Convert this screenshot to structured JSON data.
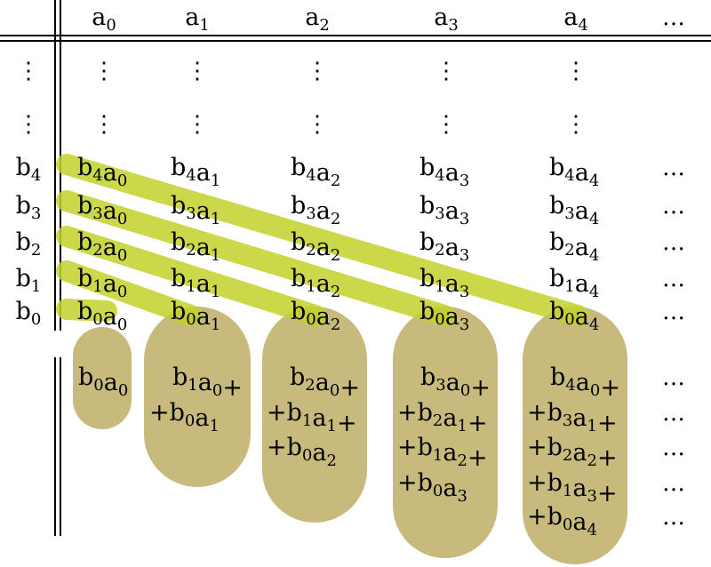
{
  "header": {
    "columns": [
      {
        "base": "a",
        "sub": "0"
      },
      {
        "base": "a",
        "sub": "1"
      },
      {
        "base": "a",
        "sub": "2"
      },
      {
        "base": "a",
        "sub": "3"
      },
      {
        "base": "a",
        "sub": "4"
      }
    ],
    "more": "…"
  },
  "vdots": "⋮",
  "rows": [
    {
      "label": {
        "base": "b",
        "sub": "4"
      },
      "cells": [
        "4",
        "0",
        "4",
        "1",
        "4",
        "2",
        "4",
        "3",
        "4",
        "4"
      ]
    },
    {
      "label": {
        "base": "b",
        "sub": "3"
      },
      "cells": [
        "3",
        "0",
        "3",
        "1",
        "3",
        "2",
        "3",
        "3",
        "3",
        "4"
      ]
    },
    {
      "label": {
        "base": "b",
        "sub": "2"
      },
      "cells": [
        "2",
        "0",
        "2",
        "1",
        "2",
        "2",
        "2",
        "3",
        "2",
        "4"
      ]
    },
    {
      "label": {
        "base": "b",
        "sub": "1"
      },
      "cells": [
        "1",
        "0",
        "1",
        "1",
        "1",
        "2",
        "1",
        "3",
        "1",
        "4"
      ]
    },
    {
      "label": {
        "base": "b",
        "sub": "0"
      },
      "cells": [
        "0",
        "0",
        "0",
        "1",
        "0",
        "2",
        "0",
        "3",
        "0",
        "4"
      ]
    }
  ],
  "row_more": "…",
  "sums": [
    [
      {
        "b": "0",
        "a": "0",
        "plus": ""
      }
    ],
    [
      {
        "b": "1",
        "a": "0",
        "plus": "+"
      },
      {
        "b": "0",
        "a": "1",
        "plus": "+"
      }
    ],
    [
      {
        "b": "2",
        "a": "0",
        "plus": "+"
      },
      {
        "b": "1",
        "a": "1",
        "plus": "+"
      },
      {
        "b": "0",
        "a": "2",
        "plus": "+"
      }
    ],
    [
      {
        "b": "3",
        "a": "0",
        "plus": "+"
      },
      {
        "b": "2",
        "a": "1",
        "plus": "+"
      },
      {
        "b": "1",
        "a": "2",
        "plus": "+"
      },
      {
        "b": "0",
        "a": "3",
        "plus": "+"
      }
    ],
    [
      {
        "b": "4",
        "a": "0",
        "plus": "+"
      },
      {
        "b": "3",
        "a": "1",
        "plus": "+"
      },
      {
        "b": "2",
        "a": "2",
        "plus": "+"
      },
      {
        "b": "1",
        "a": "3",
        "plus": "+"
      },
      {
        "b": "0",
        "a": "4",
        "plus": "+"
      }
    ]
  ],
  "sum_more": "…",
  "colors": {
    "diagonal": "#c2d22a",
    "sum_blob": "#bfb06a",
    "rules": "#000000"
  }
}
